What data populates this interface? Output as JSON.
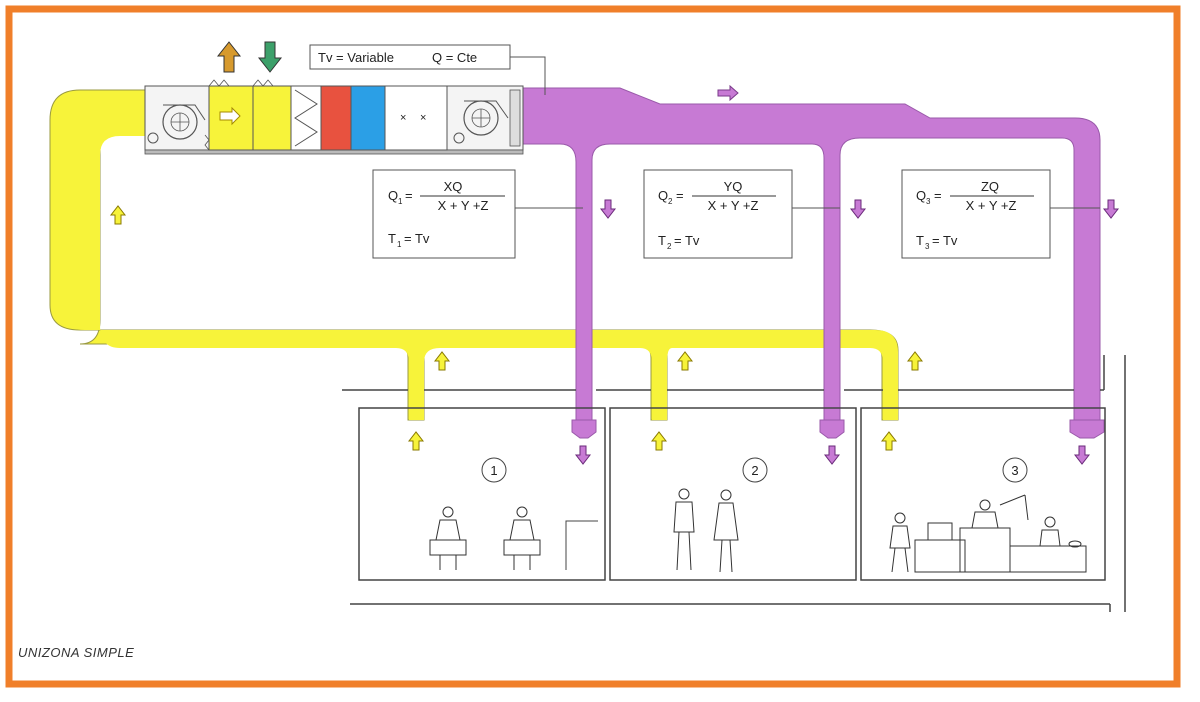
{
  "header_box": {
    "tv": "Tv = Variable",
    "q": "Q = Cte"
  },
  "zones": [
    {
      "q_label": "Q",
      "q_sub": "1",
      "numerator": "XQ",
      "denominator": "X + Y +Z",
      "t_label": "T",
      "t_sub": "1",
      "t_value": "= Tv",
      "room_number": "1"
    },
    {
      "q_label": "Q",
      "q_sub": "2",
      "numerator": "YQ",
      "denominator": "X + Y +Z",
      "t_label": "T",
      "t_sub": "2",
      "t_value": "= Tv",
      "room_number": "2"
    },
    {
      "q_label": "Q",
      "q_sub": "3",
      "numerator": "ZQ",
      "denominator": "X + Y +Z",
      "t_label": "T",
      "t_sub": "3",
      "t_value": "= Tv",
      "room_number": "3"
    }
  ],
  "caption": "UNIZONA SIMPLE",
  "colors": {
    "frame": "#f07f2a",
    "return_duct": "#f7f33a",
    "supply_duct": "#c77ad4",
    "supply_arrow": "#b04fc3",
    "heating_coil": "#e8523f",
    "cooling_coil": "#2b9fe6",
    "exhaust_arrow": "#d79a2e",
    "intake_arrow": "#3ca06a"
  }
}
